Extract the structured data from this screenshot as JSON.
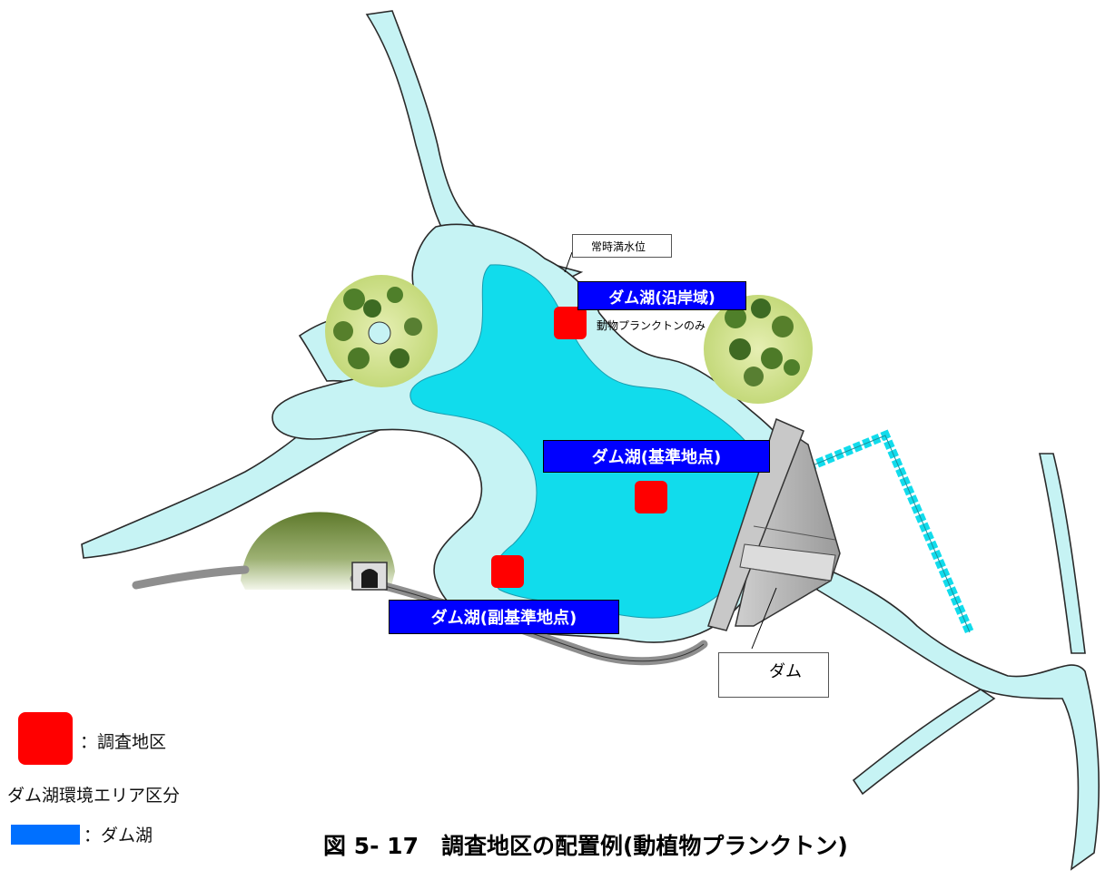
{
  "labels": {
    "normal_water_level": "常時満水位",
    "coastal": "ダム湖(沿岸域)",
    "zooplankton_only": "動物プランクトンのみ",
    "reference_point": "ダム湖(基準地点)",
    "sub_reference_point": "ダム湖(副基準地点)",
    "dam": "ダム"
  },
  "legend": {
    "survey_area": "：調査地区",
    "area_division_title": "ダム湖環境エリア区分",
    "dam_lake": "：ダム湖"
  },
  "caption": "図 5- 17　調査地区の配置例(動植物プランクトン)",
  "colors": {
    "survey_marker": "#ff0000",
    "label_fill": "#0000ff",
    "lake_deep": "#11dcec",
    "lake_shallow": "#c6f3f4",
    "legend_dam_lake": "#0070ff"
  }
}
